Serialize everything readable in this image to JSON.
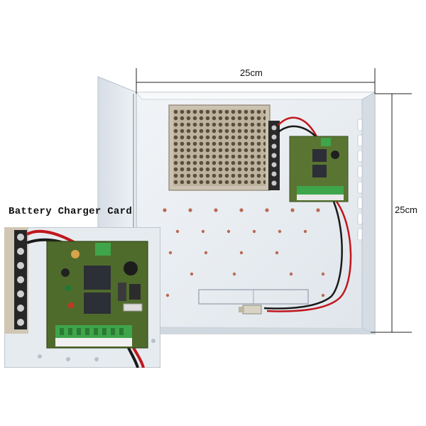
{
  "dimensions": {
    "width_label": "25cm",
    "height_label": "25cm"
  },
  "inset": {
    "title": "Battery Charger Card"
  },
  "colors": {
    "enclosure": "#e4e9ee",
    "enclosure_shadow": "#c9d0d8",
    "pcb": "#4f6b2c",
    "terminal_green": "#3fa54a",
    "relay": "#2c2f36",
    "psu_metal": "#cfc7b8",
    "wire_red": "#c0171d",
    "wire_black": "#1a1a1a"
  }
}
